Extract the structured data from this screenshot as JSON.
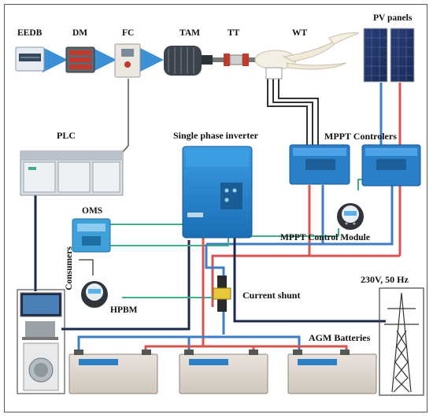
{
  "labels": {
    "eedb": "EEDB",
    "dm": "DM",
    "fc": "FC",
    "tam": "TAM",
    "tt": "TT",
    "wt": "WT",
    "pv_panels": "PV panels",
    "plc": "PLC",
    "inverter": "Single phase inverter",
    "mppt_controllers": "MPPT Controlers",
    "oms": "OMS",
    "mppt_module": "MPPT Control Module",
    "consumers": "Consumers",
    "hpbm": "HPBM",
    "current_shunt": "Current shunt",
    "grid": "230V, 50 Hz",
    "agm": "AGM Batteries"
  },
  "colors": {
    "cable_red": "#d9534f",
    "cable_blue": "#3d7fc4",
    "cable_navy": "#1b2a4a",
    "cable_green": "#3fae88",
    "cable_gray": "#555555",
    "device_blue": "#2a7fc9",
    "arrow_blue": "#3b8fd4"
  },
  "icons": [
    "eedb-panel-icon",
    "dm-meter-icon",
    "fc-drive-icon",
    "tam-motor-icon",
    "tt-sensor-icon",
    "wt-turbine-icon",
    "pv-panel-icon",
    "plc-icon",
    "inverter-icon",
    "mppt-controller-icon",
    "oms-icon",
    "mppt-module-icon",
    "hpbm-monitor-icon",
    "current-shunt-icon",
    "transmission-tower-icon",
    "battery-icon",
    "laptop-icon",
    "washer-icon",
    "tv-icon"
  ]
}
